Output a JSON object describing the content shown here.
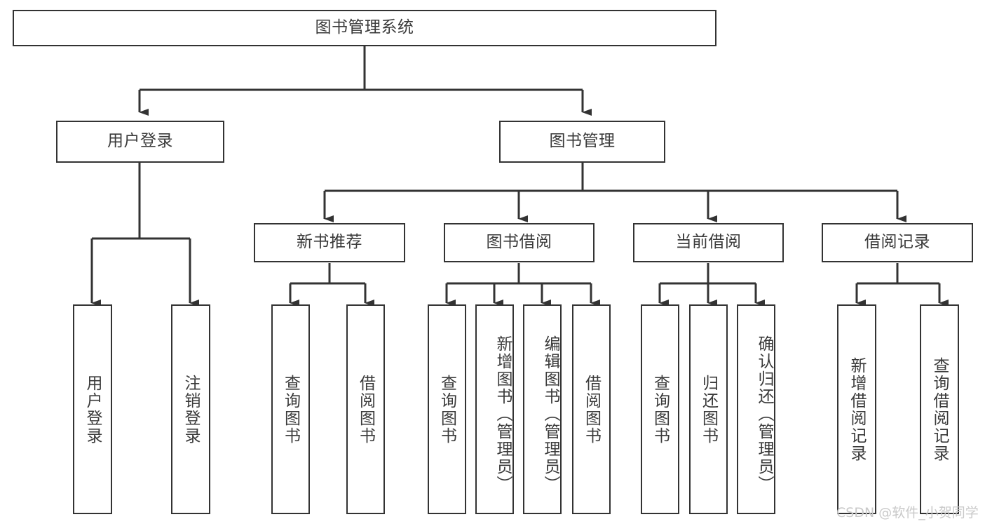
{
  "diagram": {
    "type": "tree",
    "title": "图书管理系统",
    "orientation": "top-down",
    "style": {
      "box_border_color": "#333333",
      "box_fill_color": "#ffffff",
      "text_color": "#3a3a3a",
      "edge_color": "#333333",
      "background": "#ffffff",
      "watermark_color": "#c9c9c9"
    },
    "watermark": "CSDN @软件_小贺同学",
    "levels": {
      "root": "图书管理系统",
      "level2": [
        "用户登录",
        "图书管理"
      ],
      "level3": [
        "新书推荐",
        "图书借阅",
        "当前借阅",
        "借阅记录"
      ],
      "level4_count": 13
    },
    "nodes": {
      "root": {
        "label": "图书管理系统"
      },
      "user_login": {
        "label": "用户登录"
      },
      "book_manage": {
        "label": "图书管理"
      },
      "new_book_rec": {
        "label": "新书推荐"
      },
      "book_borrow": {
        "label": "图书借阅"
      },
      "current_borrow": {
        "label": "当前借阅"
      },
      "borrow_record": {
        "label": "借阅记录"
      },
      "leaf_user_login": {
        "label": "用户登录"
      },
      "leaf_user_logout": {
        "label": "注销登录"
      },
      "leaf_query_book_1": {
        "label": "查询图书"
      },
      "leaf_borrow_book_1": {
        "label": "借阅图书"
      },
      "leaf_query_book_2": {
        "label": "查询图书"
      },
      "leaf_add_book_admin": {
        "label": "新增图书（管理员）"
      },
      "leaf_edit_book_admin": {
        "label": "编辑图书（管理员）"
      },
      "leaf_borrow_book_2": {
        "label": "借阅图书"
      },
      "leaf_query_book_3": {
        "label": "查询图书"
      },
      "leaf_return_book": {
        "label": "归还图书"
      },
      "leaf_confirm_return_admin": {
        "label": "确认归还（管理员）"
      },
      "leaf_add_borrow_record": {
        "label": "新增借阅记录"
      },
      "leaf_query_borrow_record": {
        "label": "查询借阅记录"
      }
    }
  }
}
